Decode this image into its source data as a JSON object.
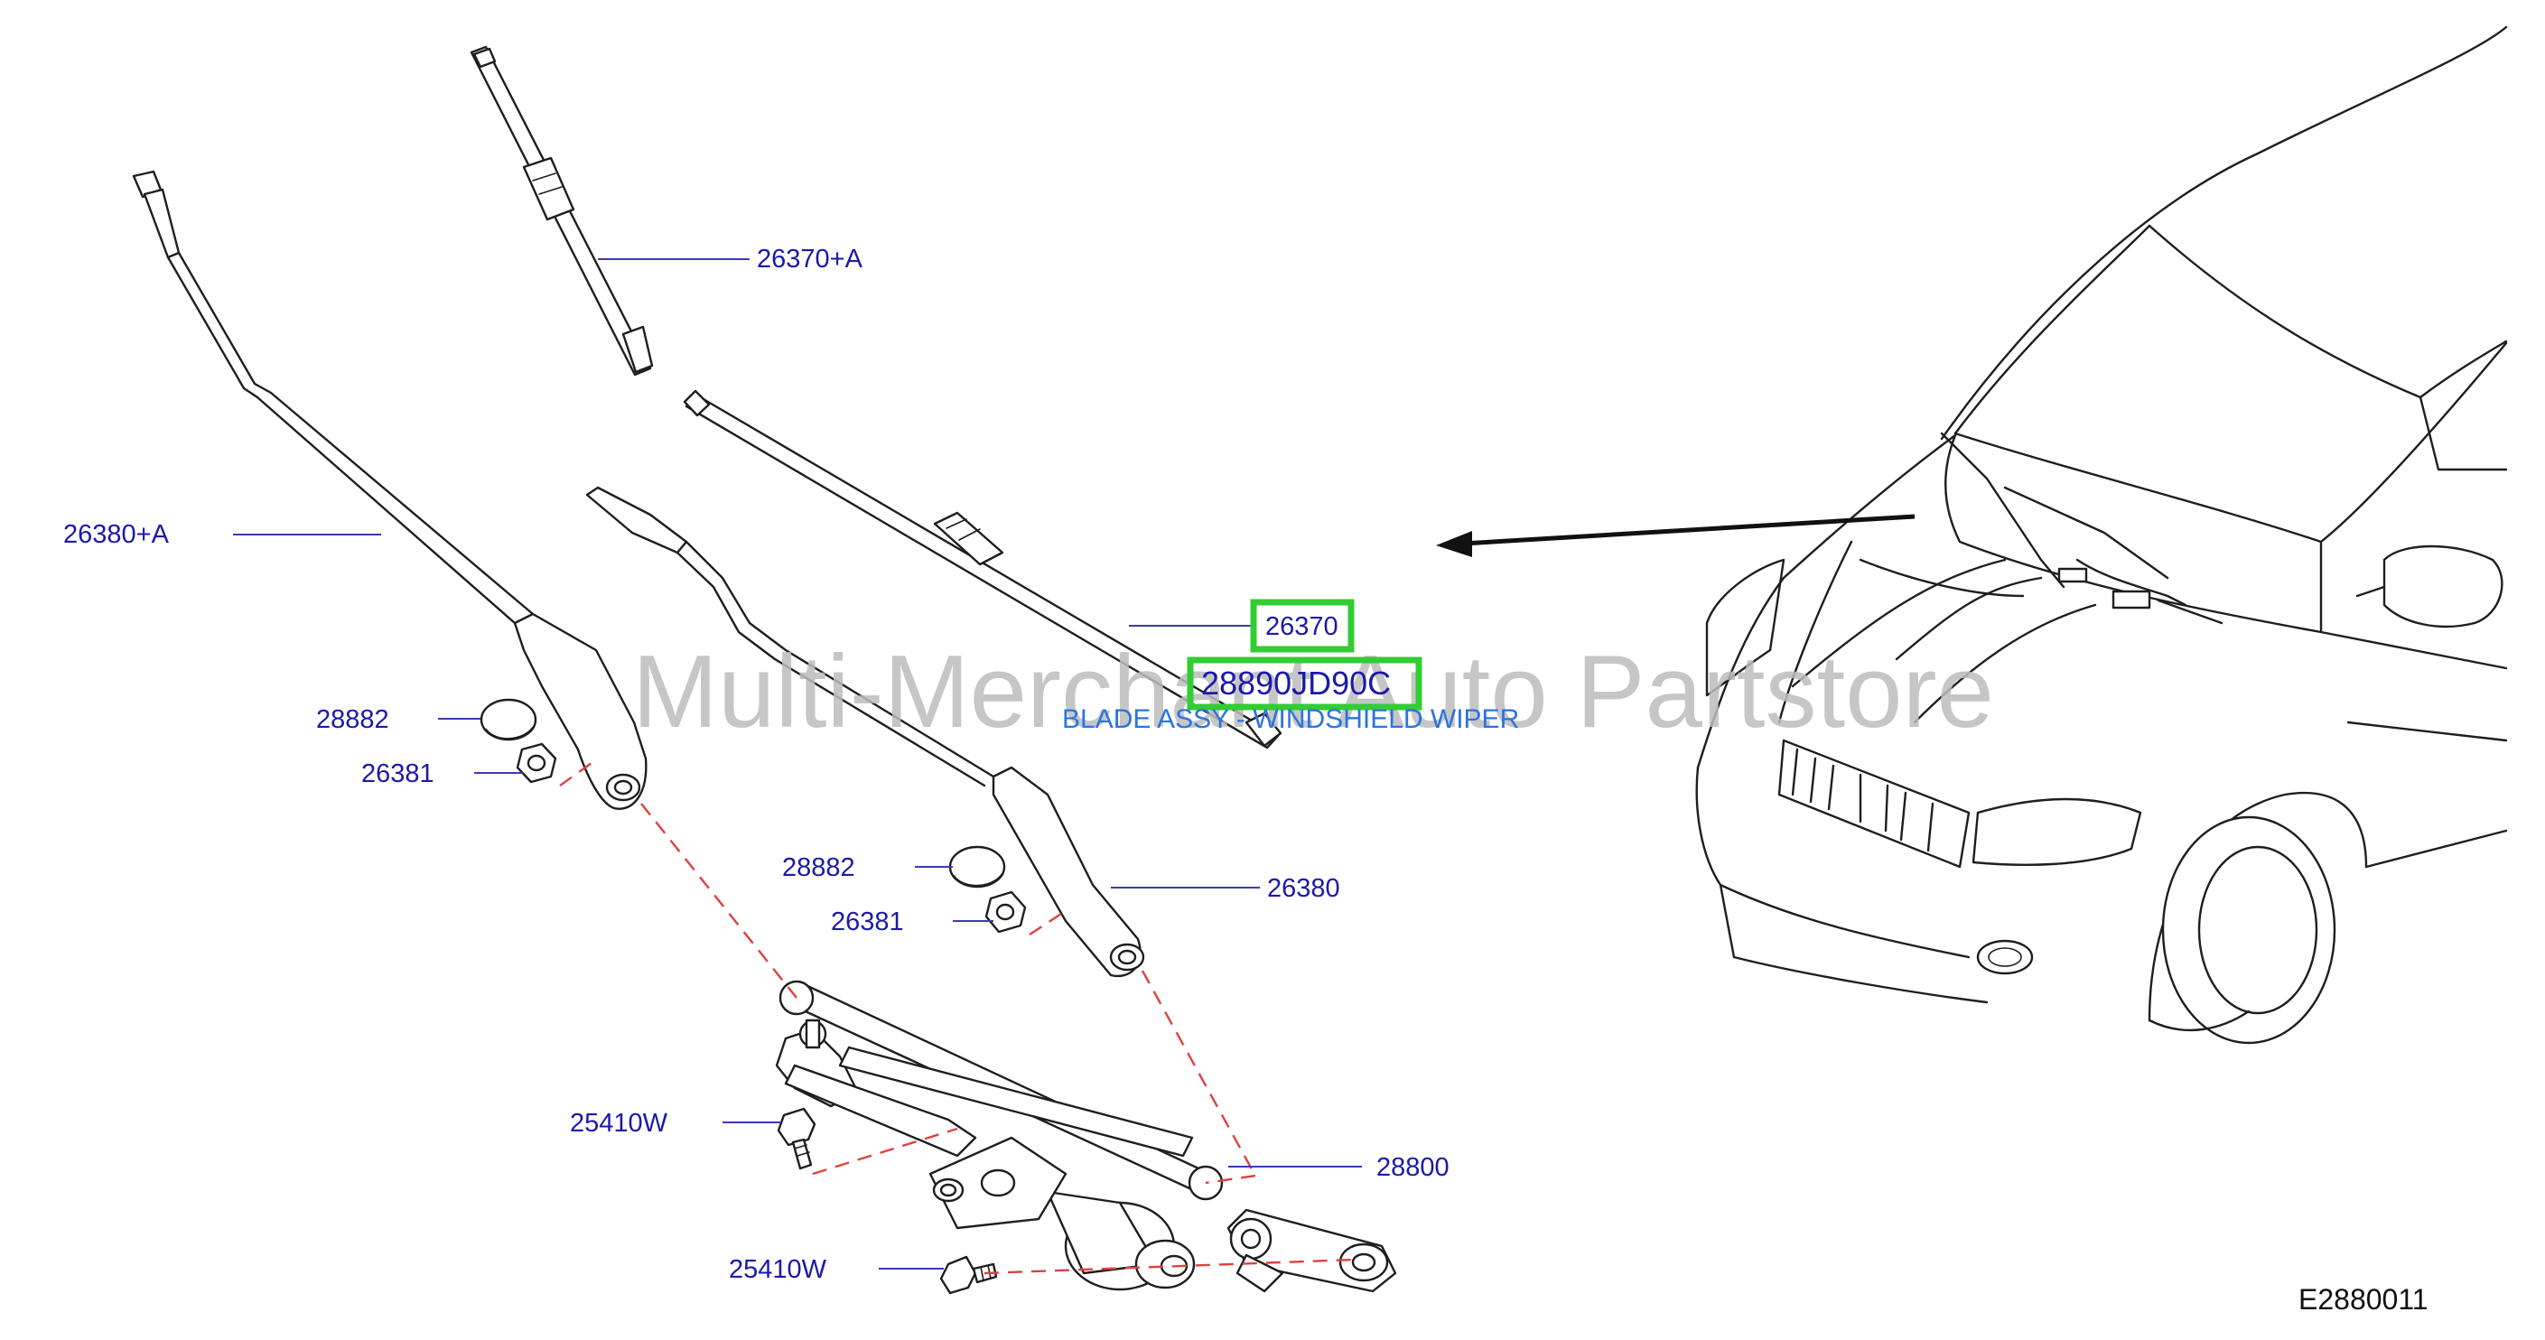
{
  "watermark": "Multi-Merchant Auto Partstore",
  "diagram_code": "E2880011",
  "highlight": {
    "part_number": "26370",
    "oem_number": "28890JD90C",
    "description": "BLADE ASSY - WINDSHIELD WIPER",
    "box_color": "#33cc33"
  },
  "callouts": {
    "blade_a": "26370+A",
    "arm_a": "26380+A",
    "cap_left": "28882",
    "nut_left": "26381",
    "cap_right": "28882",
    "nut_right": "26381",
    "arm": "26380",
    "linkage": "28800",
    "bolt_upper": "25410W",
    "bolt_lower": "25410W"
  },
  "colors": {
    "label": "#1a1aa8",
    "description": "#2a74e0",
    "dashed_lines": "#e04040",
    "watermark": "#bdbdbd"
  }
}
